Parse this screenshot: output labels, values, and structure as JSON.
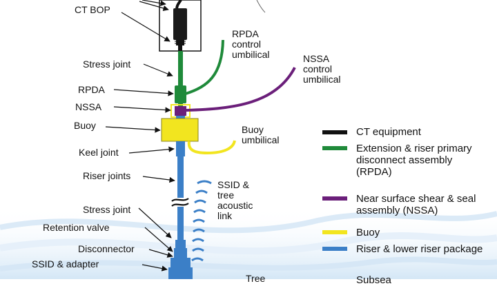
{
  "labels": {
    "ct_bop": "CT BOP",
    "stress_joint_top": "Stress joint",
    "rpda": "RPDA",
    "nssa": "NSSA",
    "buoy": "Buoy",
    "keel_joint": "Keel joint",
    "riser_joints": "Riser joints",
    "stress_joint_bottom": "Stress joint",
    "retention_valve": "Retention valve",
    "disconnector": "Disconnector",
    "ssid_adapter": "SSID & adapter",
    "rpda_umbilical": "RPDA control umbilical",
    "nssa_umbilical": "NSSA control umbilical",
    "buoy_umbilical": "Buoy umbilical",
    "acoustic_link": "SSID & tree acoustic link",
    "tree_partial": "Tree"
  },
  "legend": [
    {
      "text": "CT equipment",
      "color": "#111111"
    },
    {
      "text": "Extension & riser primary disconnect assembly (RPDA)",
      "color": "#1f8a3a"
    },
    {
      "text": "Near surface shear & seal assembly (NSSA)",
      "color": "#6b1f7a"
    },
    {
      "text": "Buoy",
      "color": "#f2e51f"
    },
    {
      "text": "Riser & lower riser package",
      "color": "#3b7fc7"
    }
  ],
  "legend_partial": "Subsea",
  "colors": {
    "ct": "#111111",
    "rpda": "#1f8a3a",
    "nssa": "#6b1f7a",
    "buoy": "#f2e51f",
    "riser": "#3b7fc7",
    "water": "#cfe4f5"
  }
}
